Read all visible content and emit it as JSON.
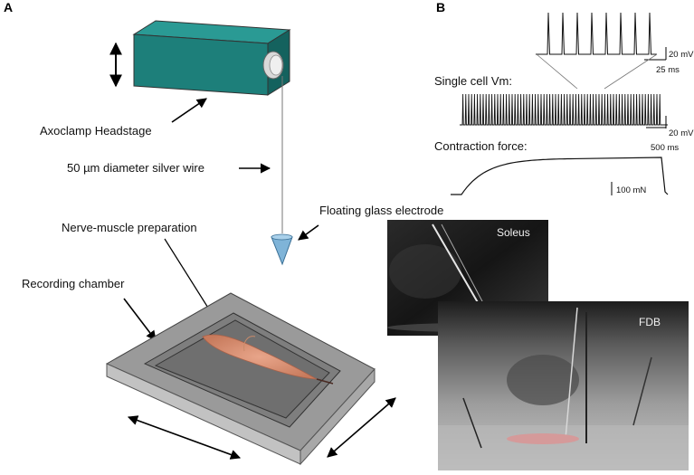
{
  "panels": {
    "a": "A",
    "b": "B"
  },
  "labels": {
    "headstage": "Axoclamp Headstage",
    "wire": "50 µm diameter silver wire",
    "electrode": "Floating glass electrode",
    "preparation": "Nerve-muscle preparation",
    "chamber": "Recording chamber"
  },
  "traces": {
    "single_cell": "Single cell Vm:",
    "force": "Contraction force:"
  },
  "scale_bars": {
    "zoom_v": "20 mV",
    "zoom_t": "25 ms",
    "vm_v": "20 mV",
    "vm_t": "500 ms",
    "force": "100 mN"
  },
  "photos": {
    "top": "Soleus",
    "bottom": "FDB"
  },
  "colors": {
    "headstage": "#1d7f7a",
    "chamber_top": "#9a9a9a",
    "chamber_side": "#bdbdbd",
    "muscle": "#d98f70"
  }
}
